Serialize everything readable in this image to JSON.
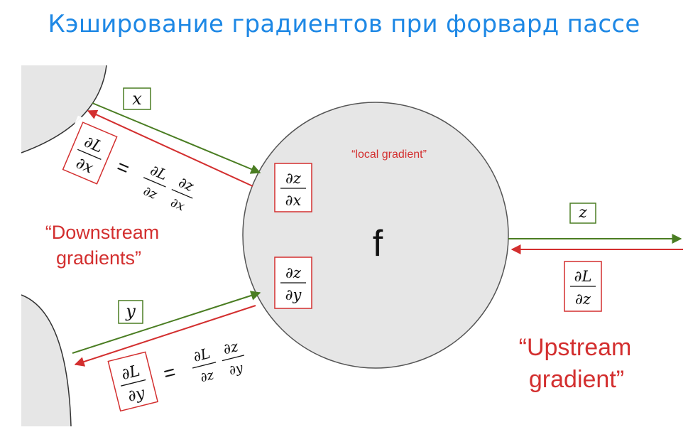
{
  "title": "Кэширование градиентов при форвард пассе",
  "node": {
    "label": "f",
    "local_gradient_label": "“local gradient”",
    "local_dx": {
      "num": "∂z",
      "den": "∂x"
    },
    "local_dy": {
      "num": "∂z",
      "den": "∂y"
    }
  },
  "inputs": {
    "x": "x",
    "y": "y"
  },
  "output": {
    "z": "z",
    "upstream_grad": {
      "num": "∂L",
      "den": "∂z"
    }
  },
  "downstream_x": {
    "lhs": {
      "num": "∂L",
      "den": "∂x"
    },
    "eq": "=",
    "r1": {
      "num": "∂L",
      "den": "∂z"
    },
    "r2": {
      "num": "∂z",
      "den": "∂x"
    }
  },
  "downstream_y": {
    "lhs": {
      "num": "∂L",
      "den": "∂y"
    },
    "eq": "=",
    "r1": {
      "num": "∂L",
      "den": "∂z"
    },
    "r2": {
      "num": "∂z",
      "den": "∂y"
    }
  },
  "labels": {
    "downstream_line1": "“Downstream",
    "downstream_line2": "gradients”",
    "upstream_line1": "“Upstream",
    "upstream_line2": "gradient”"
  },
  "colors": {
    "forward": "#4a7d22",
    "backward": "#d32f2f",
    "title": "#1e88e5",
    "node_fill": "#e6e6e6"
  }
}
